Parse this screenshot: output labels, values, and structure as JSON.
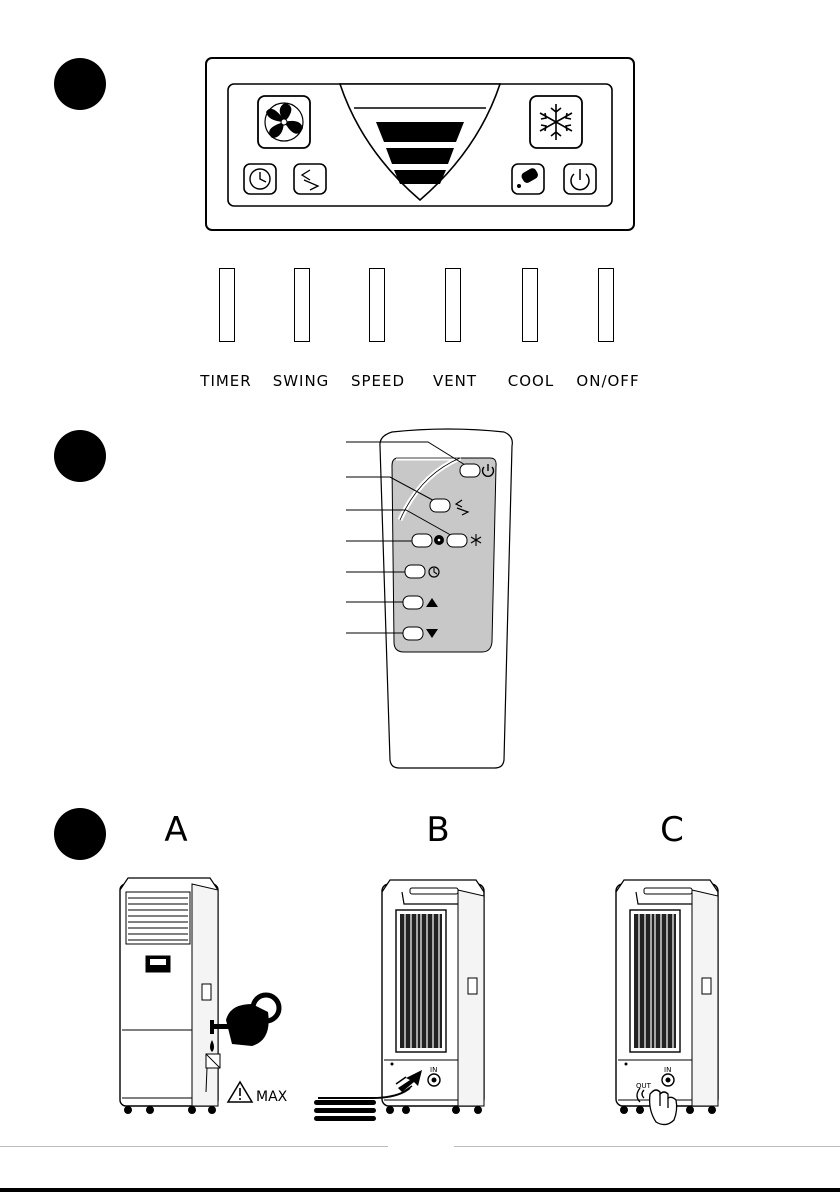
{
  "panel": {
    "buttons": [
      {
        "label": "TIMER"
      },
      {
        "label": "SWING"
      },
      {
        "label": "SPEED"
      },
      {
        "label": "VENT"
      },
      {
        "label": "COOL"
      },
      {
        "label": "ON/OFF"
      }
    ],
    "icons": [
      "fan-icon",
      "timer-icon",
      "swing-icon",
      "snowflake-icon",
      "cool-pad-icon",
      "power-icon"
    ]
  },
  "remote": {
    "icons": [
      "power-icon",
      "swing-icon",
      "fan-icon",
      "snowflake-icon",
      "timer-icon",
      "triangle-up-icon",
      "triangle-down-icon"
    ]
  },
  "sections": {
    "a": {
      "letter": "A",
      "max_label": "MAX"
    },
    "b": {
      "letter": "B",
      "in_label": "IN"
    },
    "c": {
      "letter": "C",
      "in_label": "IN",
      "out_label": "OUT"
    }
  }
}
